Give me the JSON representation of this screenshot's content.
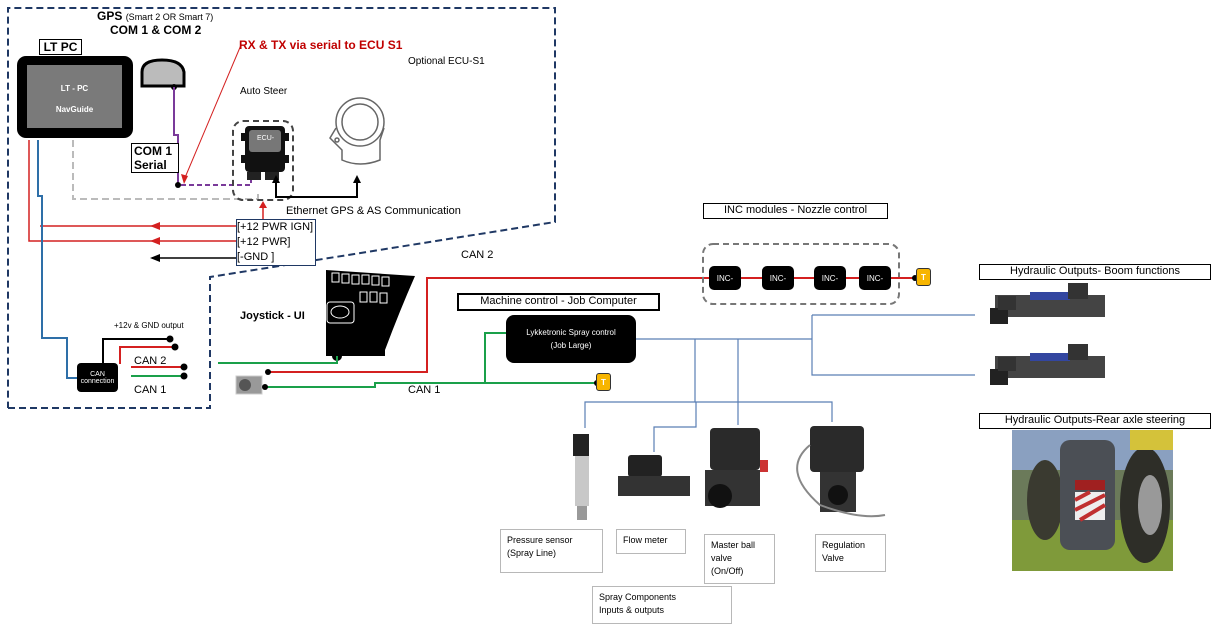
{
  "gps": {
    "title": "GPS",
    "subtitle": "(Smart 2 OR Smart 7)",
    "com": "COM 1 & COM 2"
  },
  "lt_pc": {
    "label": "LT PC",
    "screen_line1": "LT - PC",
    "screen_line2": "NavGuide"
  },
  "rx_tx_note": "RX & TX via serial to ECU S1",
  "optional_ecu": "Optional ECU-S1",
  "auto_steer": "Auto Steer",
  "ecu_label": "ECU-",
  "com1_serial": {
    "line1": "COM 1",
    "line2": "Serial"
  },
  "ethernet_note": "Ethernet GPS & AS Communication",
  "power": [
    "[+12 PWR IGN]",
    "[+12 PWR]",
    "[-GND ]"
  ],
  "can2_label": "CAN 2",
  "can1_label": "CAN 1",
  "can_connection": {
    "line1": "CAN",
    "line2": "connection",
    "output_note": "+12v & GND output",
    "can2": "CAN 2",
    "can1": "CAN 1"
  },
  "joystick": "Joystick - UI",
  "inc": {
    "title": "INC modules - Nozzle control",
    "modules": [
      "INC-",
      "INC-",
      "INC-",
      "INC-"
    ]
  },
  "terminator_label": "T",
  "machine_control": {
    "title": "Machine control - Job Computer",
    "device_line1": "Lykketronic Spray control",
    "device_line2": "(Job Large)"
  },
  "hydraulic": {
    "boom": "Hydraulic Outputs- Boom functions",
    "rear": "Hydraulic Outputs-Rear axle steering"
  },
  "spray_components": {
    "pressure_sensor": "Pressure sensor\n(Spray Line)",
    "flow_meter": "Flow meter",
    "master_valve": "Master ball\nvalve\n(On/Off)",
    "regulation_valve": "Regulation\nValve",
    "group_label": "Spray Components\nInputs & outputs"
  },
  "colors": {
    "can2_wire": "#d42020",
    "can1_wire": "#1aa04a",
    "power_wire": "#d42020",
    "serial_wire": "#7a3a9a",
    "blue_wire": "#2e6fa8",
    "frame_dash": "#1f3864",
    "output_line": "#5a7fb5",
    "terminator": "#f7b500",
    "note_red": "#c00000"
  }
}
